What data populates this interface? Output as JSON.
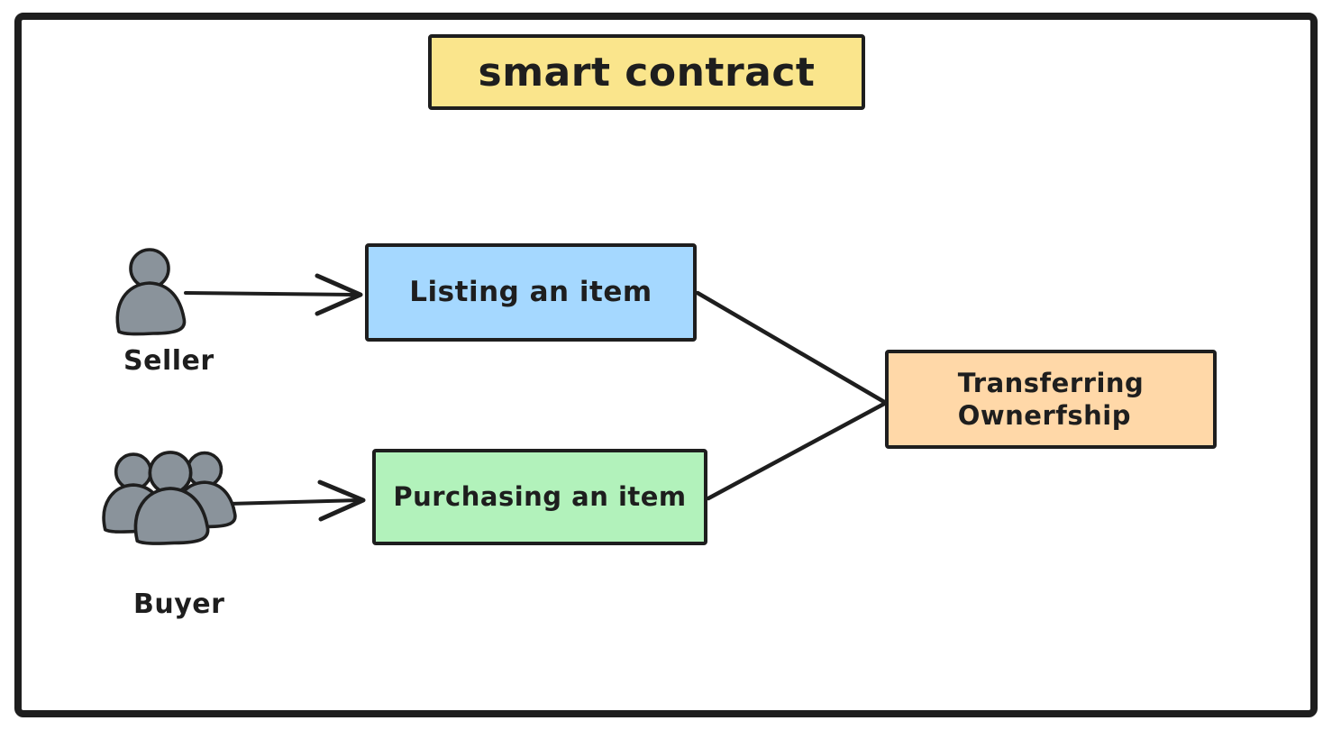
{
  "diagram": {
    "title": "smart contract",
    "nodes": [
      {
        "id": "listing",
        "label": "Listing an item"
      },
      {
        "id": "purchasing",
        "label": "Purchasing an item"
      },
      {
        "id": "transferring",
        "label": "Transferring\nOwnerfship"
      }
    ],
    "actors": [
      {
        "id": "seller",
        "label": "Seller",
        "icon": "person-icon"
      },
      {
        "id": "buyer",
        "label": "Buyer",
        "icon": "people-group-icon"
      }
    ],
    "edges": [
      {
        "from": "seller",
        "to": "listing",
        "style": "arrow"
      },
      {
        "from": "buyer",
        "to": "purchasing",
        "style": "arrow"
      },
      {
        "from": "listing",
        "to": "transferring",
        "style": "line"
      },
      {
        "from": "purchasing",
        "to": "transferring",
        "style": "line"
      }
    ],
    "colors": {
      "background": "#ffffff",
      "stroke": "#1e1e1e",
      "title_fill": "#fae58c",
      "listing_fill": "#a5d8ff",
      "purchasing_fill": "#b2f2bb",
      "transferring_fill": "#ffd8a8",
      "icon_fill": "#8a939b"
    }
  }
}
